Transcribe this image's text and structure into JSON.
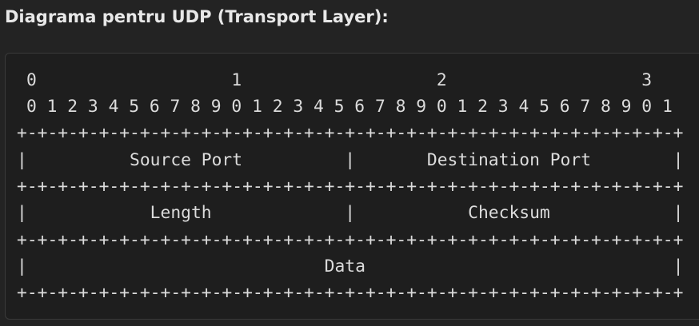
{
  "heading": "Diagrama pentru UDP (Transport Layer):",
  "diagram": {
    "tens_line": "0                   1                   2                   3",
    "ones_line": "0 1 2 3 4 5 6 7 8 9 0 1 2 3 4 5 6 7 8 9 0 1 2 3 4 5 6 7 8 9 0 1",
    "separator": "+-+-+-+-+-+-+-+-+-+-+-+-+-+-+-+-+-+-+-+-+-+-+-+-+-+-+-+-+-+-+-+-+",
    "row_1": "|          Source Port          |       Destination Port        |",
    "row_2": "|            Length             |           Checksum            |",
    "row_3": "|                             Data                              |"
  }
}
